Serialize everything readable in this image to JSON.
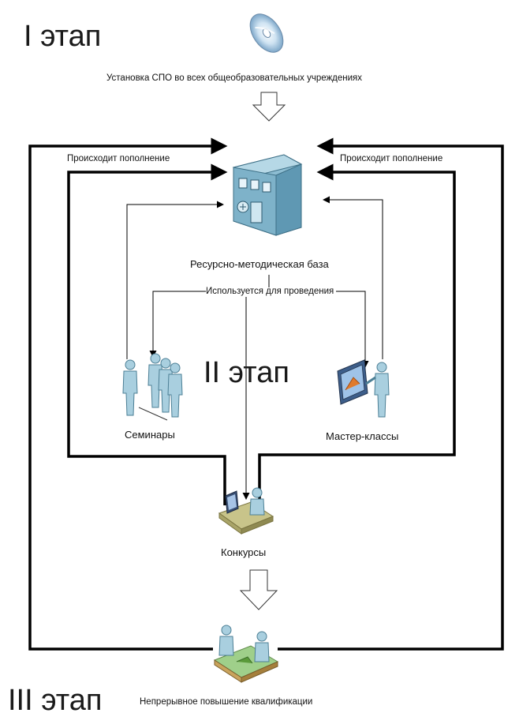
{
  "stages": {
    "stage1_title": "I этап",
    "stage2_title": "II этап",
    "stage3_title": "III этап"
  },
  "labels": {
    "install_caption": "Установка СПО во всех общеобразовательных учреждениях",
    "replenish_left": "Происходит пополнение",
    "replenish_right": "Происходит пополнение",
    "resource_base": "Ресурсно-методическая база",
    "used_for": "Используется для проведения",
    "seminars": "Семинары",
    "masterclasses": "Мастер-классы",
    "contests": "Конкурсы",
    "continuous_training": "Непрерывное повышение квалификации"
  },
  "icons": {
    "disc": "cd-disc-icon",
    "building": "resource-base-building-icon",
    "seminar_people": "seminar-people-icon",
    "presenter": "presenter-board-icon",
    "contest_desk": "contest-workstation-icon",
    "meeting": "meeting-table-icon"
  },
  "colors": {
    "figure_fill": "#a9cfdf",
    "figure_stroke": "#4c7f95",
    "building_fill": "#7fb2c9",
    "line": "#000000"
  }
}
